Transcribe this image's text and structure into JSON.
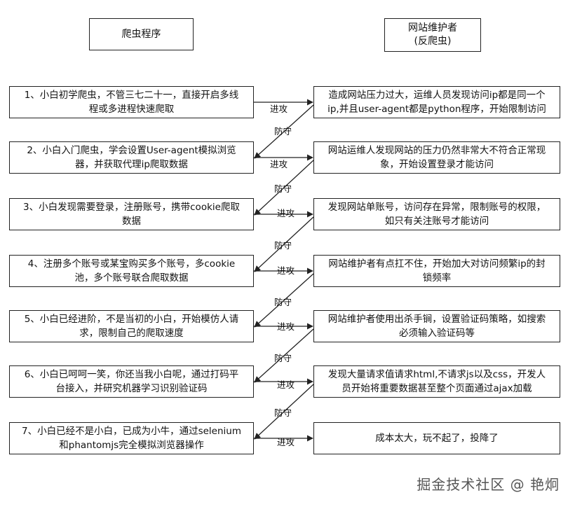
{
  "header": {
    "left": "爬虫程序",
    "right_line1": "网站维护者",
    "right_line2": "(反爬虫)"
  },
  "rows": [
    {
      "left": [
        "1、小白初学爬虫，不管三七二十一，直接开启多线",
        "程或多进程快速爬取"
      ],
      "right": [
        "造成网站压力过大，运维人员发现访问ip都是同一个",
        "ip,并且user-agent都是python程序，开始限制访问"
      ]
    },
    {
      "left": [
        "2、小白入门爬虫，学会设置User-agent模拟浏览",
        "器，并获取代理ip爬取数据"
      ],
      "right": [
        "网站运维人发现网站的压力仍然非常大不符合正常现",
        "象，开始设置登录才能访问"
      ]
    },
    {
      "left": [
        "3、小白发现需要登录，注册账号，携带cookie爬取",
        "数据"
      ],
      "right": [
        "发现网站单账号，访问存在异常，限制账号的权限，",
        "如只有关注账号才能访问"
      ]
    },
    {
      "left": [
        "4、注册多个账号或某宝购买多个账号，多cookie",
        "池，多个账号联合爬取数据"
      ],
      "right": [
        "网站维护者有点扛不住，开始加大对访问频繁ip的封",
        "锁频率"
      ]
    },
    {
      "left": [
        "5、小白已经进阶，不是当初的小白，开始模仿人请",
        "求，限制自己的爬取速度"
      ],
      "right": [
        "网站维护者使用出杀手锏，设置验证码策略，如搜索",
        "必须输入验证码等"
      ]
    },
    {
      "left": [
        "6、小白已呵呵一笑，你还当我小白呢，通过打码平",
        "台接入，并研究机器学习识别验证码"
      ],
      "right": [
        "发现大量请求值请求html,不请求js以及css，开发人",
        "员开始将重要数据甚至整个页面通过ajax加载"
      ]
    },
    {
      "left": [
        "7、小白已经不是小白，已成为小牛，通过selenium",
        "和phantomjs完全模拟浏览器操作"
      ],
      "right": [
        "成本太大，玩不起了，投降了"
      ]
    }
  ],
  "labels": {
    "attack": "进攻",
    "defend": "防守"
  },
  "watermark": "掘金技术社区 @ 艳炯"
}
